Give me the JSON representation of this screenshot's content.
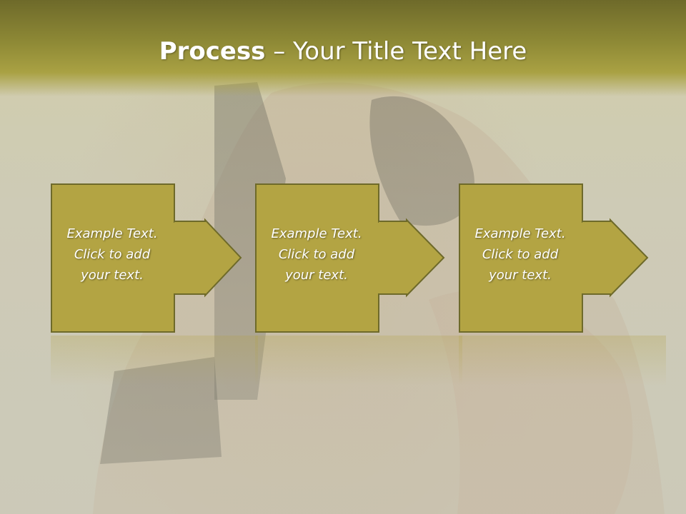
{
  "title": {
    "bold": "Process",
    "rest": " – Your Title Text Here"
  },
  "steps": [
    {
      "line1": "Example Text.",
      "line2": "Click  to add",
      "line3": "your text."
    },
    {
      "line1": "Example Text.",
      "line2": "Click  to add",
      "line3": "your text."
    },
    {
      "line1": "Example Text.",
      "line2": "Click  to add",
      "line3": "your text."
    }
  ],
  "colors": {
    "title_bar": "#8f8a36",
    "box_fill": "#b3a443",
    "box_border": "#6e6a2a",
    "background": "#cac7b8"
  }
}
